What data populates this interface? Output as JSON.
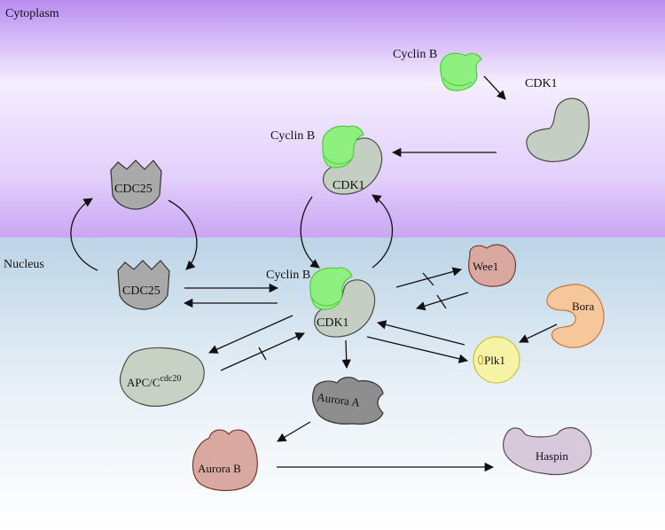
{
  "regions": {
    "cytoplasm": "Cytoplasm",
    "nucleus": "Nucleus"
  },
  "labels": {
    "cyclin_b_cyto": "Cyclin B",
    "cdk1_cyto": "CDK1",
    "cyclin_b_complex_top": "Cyclin B",
    "cdk1_complex_top": "CDK1",
    "cdc25_top": "CDC25",
    "cdc25_bottom": "CDC25",
    "cyclin_b_complex_nucleus": "Cyclin B",
    "cdk1_complex_nucleus": "CDK1",
    "wee1": "Wee1",
    "bora": "Bora",
    "plk1": "Plk1",
    "apc_main": "APC/C",
    "apc_sup": "cdc20",
    "aurora_a": "Aurora A",
    "aurora_b": "Aurora B",
    "haspin": "Haspin"
  },
  "colors": {
    "cytoplasm_top": "#b98cf0",
    "cytoplasm_bottom": "#f2eaff",
    "nucleus_top": "#bcd4e6",
    "nucleus_bottom": "#ffffff",
    "cyclin_b": "#8ef07e",
    "cdk1": "#c5cec3",
    "cdc25": "#a9a9a9",
    "wee1": "#d9a8a0",
    "bora": "#f7c79c",
    "plk1": "#f7f3a6",
    "apc": "#c7d1c4",
    "aurora_a": "#8e8e8e",
    "aurora_b": "#d9a8a0",
    "haspin": "#d8c8dc"
  }
}
